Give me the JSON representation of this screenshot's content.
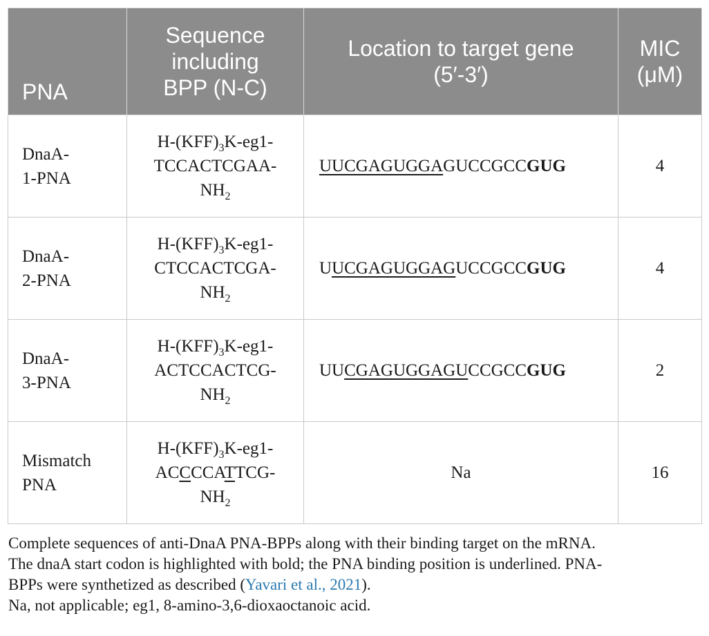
{
  "table": {
    "headers": {
      "pna": "PNA",
      "sequence": [
        "Sequence",
        "including",
        "BPP (N-C)"
      ],
      "location": [
        "Location to target gene",
        "(5′-3′)"
      ],
      "mic": [
        "MIC",
        "(μM)"
      ]
    },
    "rows": [
      {
        "name": [
          "DnaA-",
          "1-PNA"
        ],
        "seq": {
          "pre": "H-(KFF)",
          "sub": "3",
          "post": "K-eg1-",
          "line2": [
            "",
            "",
            "TCCACTCGAA-"
          ],
          "line3": "NH",
          "line3_sub": "2"
        },
        "location": {
          "underlined_start": "",
          "underlined": "UUCGAGUGGA",
          "plain": "GUCCGCC",
          "bold": "GUG"
        },
        "mic": "4"
      },
      {
        "name": [
          "DnaA-",
          "2-PNA"
        ],
        "seq": {
          "pre": "H-(KFF)",
          "sub": "3",
          "post": "K-eg1-",
          "line2": [
            "",
            "",
            "CTCCACTCGA-"
          ],
          "line3": "NH",
          "line3_sub": "2"
        },
        "location": {
          "underlined_start": "U",
          "underlined": "UCGAGUGGAG",
          "plain": "UCCGCC",
          "bold": "GUG"
        },
        "mic": "4"
      },
      {
        "name": [
          "DnaA-",
          "3-PNA"
        ],
        "seq": {
          "pre": "H-(KFF)",
          "sub": "3",
          "post": "K-eg1-",
          "line2": [
            "",
            "",
            "ACTCCACTCG-"
          ],
          "line3": "NH",
          "line3_sub": "2"
        },
        "location": {
          "underlined_start": "UU",
          "underlined": "CGAGUGGAGU",
          "plain": "CCGCC",
          "bold": "GUG"
        },
        "mic": "2"
      },
      {
        "name": [
          "Mismatch",
          "PNA"
        ],
        "seq": {
          "pre": "H-(KFF)",
          "sub": "3",
          "post": "K-eg1-",
          "line2": [
            "AC",
            "C",
            "CCA",
            "T",
            "TCG-"
          ],
          "line3": "NH",
          "line3_sub": "2"
        },
        "location": {
          "na": "Na"
        },
        "mic": "16"
      }
    ]
  },
  "footnote": {
    "line1": "Complete sequences of anti-DnaA PNA-BPPs along with their binding target on the mRNA.",
    "line2": "The dnaA start codon is highlighted with bold; the PNA binding position is underlined. PNA-",
    "line3_pre": "BPPs were synthetized as described (",
    "citation": "Yavari et al., 2021",
    "line3_post": ").",
    "line4": "Na, not applicable; eg1, 8-amino-3,6-dioxaoctanoic acid."
  }
}
